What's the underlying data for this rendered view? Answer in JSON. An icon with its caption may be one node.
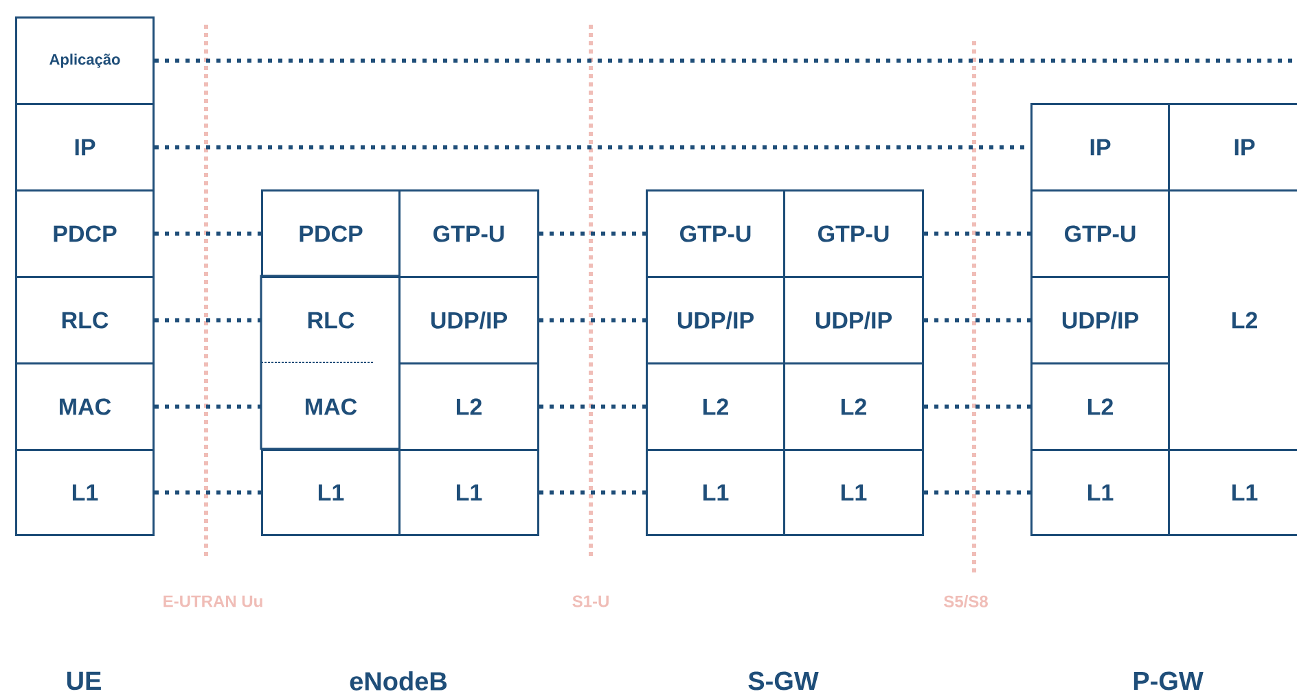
{
  "diagram": {
    "nodes": [
      {
        "text": [
          "Aplicação"
        ]
      },
      {
        "text": [
          "IP"
        ]
      },
      {
        "text": [
          "PDCP"
        ]
      },
      {
        "text": [
          "RLC"
        ]
      },
      {
        "text": [
          "MAC"
        ]
      },
      {
        "text": [
          "L1"
        ]
      },
      {
        "text": [
          "PDCP"
        ]
      },
      {
        "text": [
          "GTP-U"
        ]
      },
      {
        "text": [
          "RLC"
        ]
      },
      {
        "text": [
          "UDP/IP"
        ]
      },
      {
        "text": [
          "MAC"
        ]
      },
      {
        "text": [
          "L2"
        ]
      },
      {
        "text": [
          "L1"
        ]
      },
      {
        "text": [
          "L1"
        ]
      },
      {
        "text": [
          "GTP-U"
        ]
      },
      {
        "text": [
          "GTP-U"
        ]
      },
      {
        "text": [
          "UDP/IP"
        ]
      },
      {
        "text": [
          "UDP/IP"
        ]
      },
      {
        "text": [
          "L2"
        ]
      },
      {
        "text": [
          "L2"
        ]
      },
      {
        "text": [
          "L1"
        ]
      },
      {
        "text": [
          "L1"
        ]
      },
      {
        "text": [
          "IP"
        ]
      },
      {
        "text": [
          "IP"
        ]
      },
      {
        "text": [
          "GTP-U"
        ]
      },
      {
        "text": [
          "L2"
        ]
      },
      {
        "text": [
          "UDP/IP"
        ]
      },
      {
        "text": [
          "L2"
        ]
      },
      {
        "text": [
          "L1"
        ]
      },
      {
        "text": [
          "L1"
        ]
      }
    ],
    "edges": [
      {
        "from": 0,
        "to": null,
        "arrow": "none"
      },
      {
        "from": 1,
        "to": 22,
        "arrow": "none"
      },
      {
        "from": 2,
        "to": 6,
        "arrow": "none"
      },
      {
        "from": 3,
        "to": 8,
        "arrow": "none"
      },
      {
        "from": 4,
        "to": 10,
        "arrow": "none"
      },
      {
        "from": 5,
        "to": 12,
        "arrow": "none"
      },
      {
        "from": 7,
        "to": 14,
        "arrow": "none"
      },
      {
        "from": 9,
        "to": 16,
        "arrow": "none"
      },
      {
        "from": 11,
        "to": 18,
        "arrow": "none"
      },
      {
        "from": 13,
        "to": 20,
        "arrow": "none"
      },
      {
        "from": 15,
        "to": 24,
        "arrow": "none"
      },
      {
        "from": 17,
        "to": 26,
        "arrow": "none"
      },
      {
        "from": 19,
        "to": 27,
        "arrow": "none"
      },
      {
        "from": 21,
        "to": 28,
        "arrow": "none"
      }
    ],
    "labels": [
      "E-UTRAN Uu",
      "S1-U",
      "S5/S8",
      "UE",
      "eNodeB",
      "S-GW",
      "P-GW"
    ]
  }
}
